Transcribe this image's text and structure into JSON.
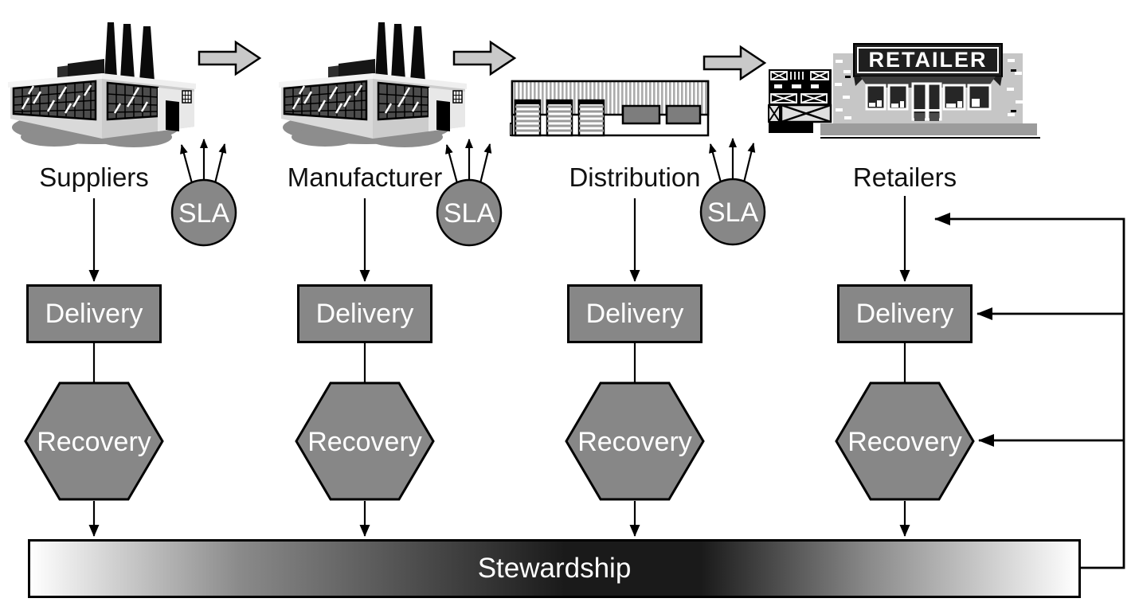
{
  "diagram": {
    "stages": [
      {
        "label": "Suppliers",
        "building": "factory"
      },
      {
        "label": "Manufacturer",
        "building": "factory"
      },
      {
        "label": "Distribution",
        "building": "warehouse"
      },
      {
        "label": "Retailers",
        "building": "storefront"
      }
    ],
    "sla": {
      "label": "SLA"
    },
    "nodes": {
      "delivery": "Delivery",
      "recovery": "Recovery"
    },
    "stewardship": {
      "label": "Stewardship"
    },
    "retailer_sign": "RETAILER",
    "colors": {
      "node_fill": "#878787",
      "block_arrow_fill": "#c9c9c9",
      "outline": "#000000",
      "node_text": "#ffffff",
      "label_text": "#111111",
      "background": "#ffffff",
      "stewardship_gradient_ends": "#ffffff",
      "stewardship_gradient_center": "#1a1a1a"
    }
  }
}
